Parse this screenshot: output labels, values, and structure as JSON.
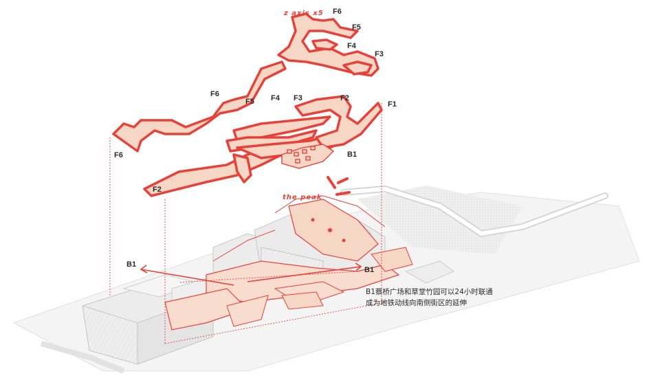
{
  "scale_label": "z axis x5",
  "peak_label": "the peak",
  "labels": {
    "top_f6": "F6",
    "top_f5": "F5",
    "top_f4": "F4",
    "top_f3": "F3",
    "mid_f6": "F6",
    "mid_f5": "F5",
    "mid_f4": "F4",
    "mid_f3": "F3",
    "mid_f2": "F2",
    "mid_f1": "F1",
    "mid_b1": "B1",
    "left_f6": "F6",
    "left_f2": "F2",
    "site_b1_left": "B1",
    "site_b1_right": "B1"
  },
  "note": {
    "line1": "B1蔡桥广场和草堂竹园可以24小时联通",
    "line2": "成为地铁动线向南侧街区的延伸"
  },
  "colors": {
    "accent": "#e8413a",
    "path_fill": "#f6d7c6",
    "building": "#e9e9e9",
    "ground": "#f2f2f2"
  }
}
